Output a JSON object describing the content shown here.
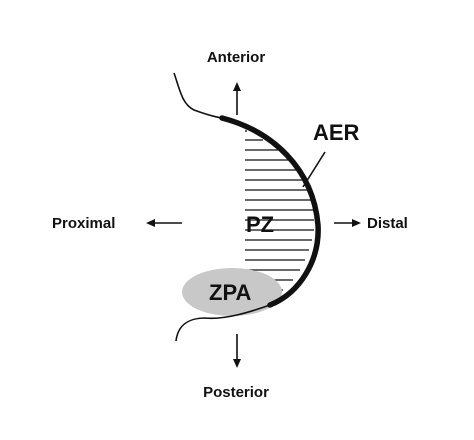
{
  "labels": {
    "anterior": "Anterior",
    "posterior": "Posterior",
    "proximal": "Proximal",
    "distal": "Distal",
    "aer": "AER",
    "pz": "PZ",
    "zpa": "ZPA"
  },
  "colors": {
    "ink": "#111111",
    "zpa_fill": "#c8c8c8",
    "background": "#ffffff"
  }
}
